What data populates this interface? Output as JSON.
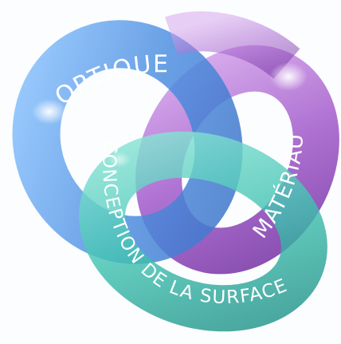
{
  "diagram": {
    "labels": {
      "optique": "OPTIQUE",
      "materiau": "MATÉRIAU",
      "conception": "CONCEPTION DE LA SURFACE"
    },
    "colors": {
      "blue": "#4f8fe0",
      "purple": "#9b59c0",
      "teal": "#3fbfae",
      "background": "#fbfdff"
    }
  }
}
